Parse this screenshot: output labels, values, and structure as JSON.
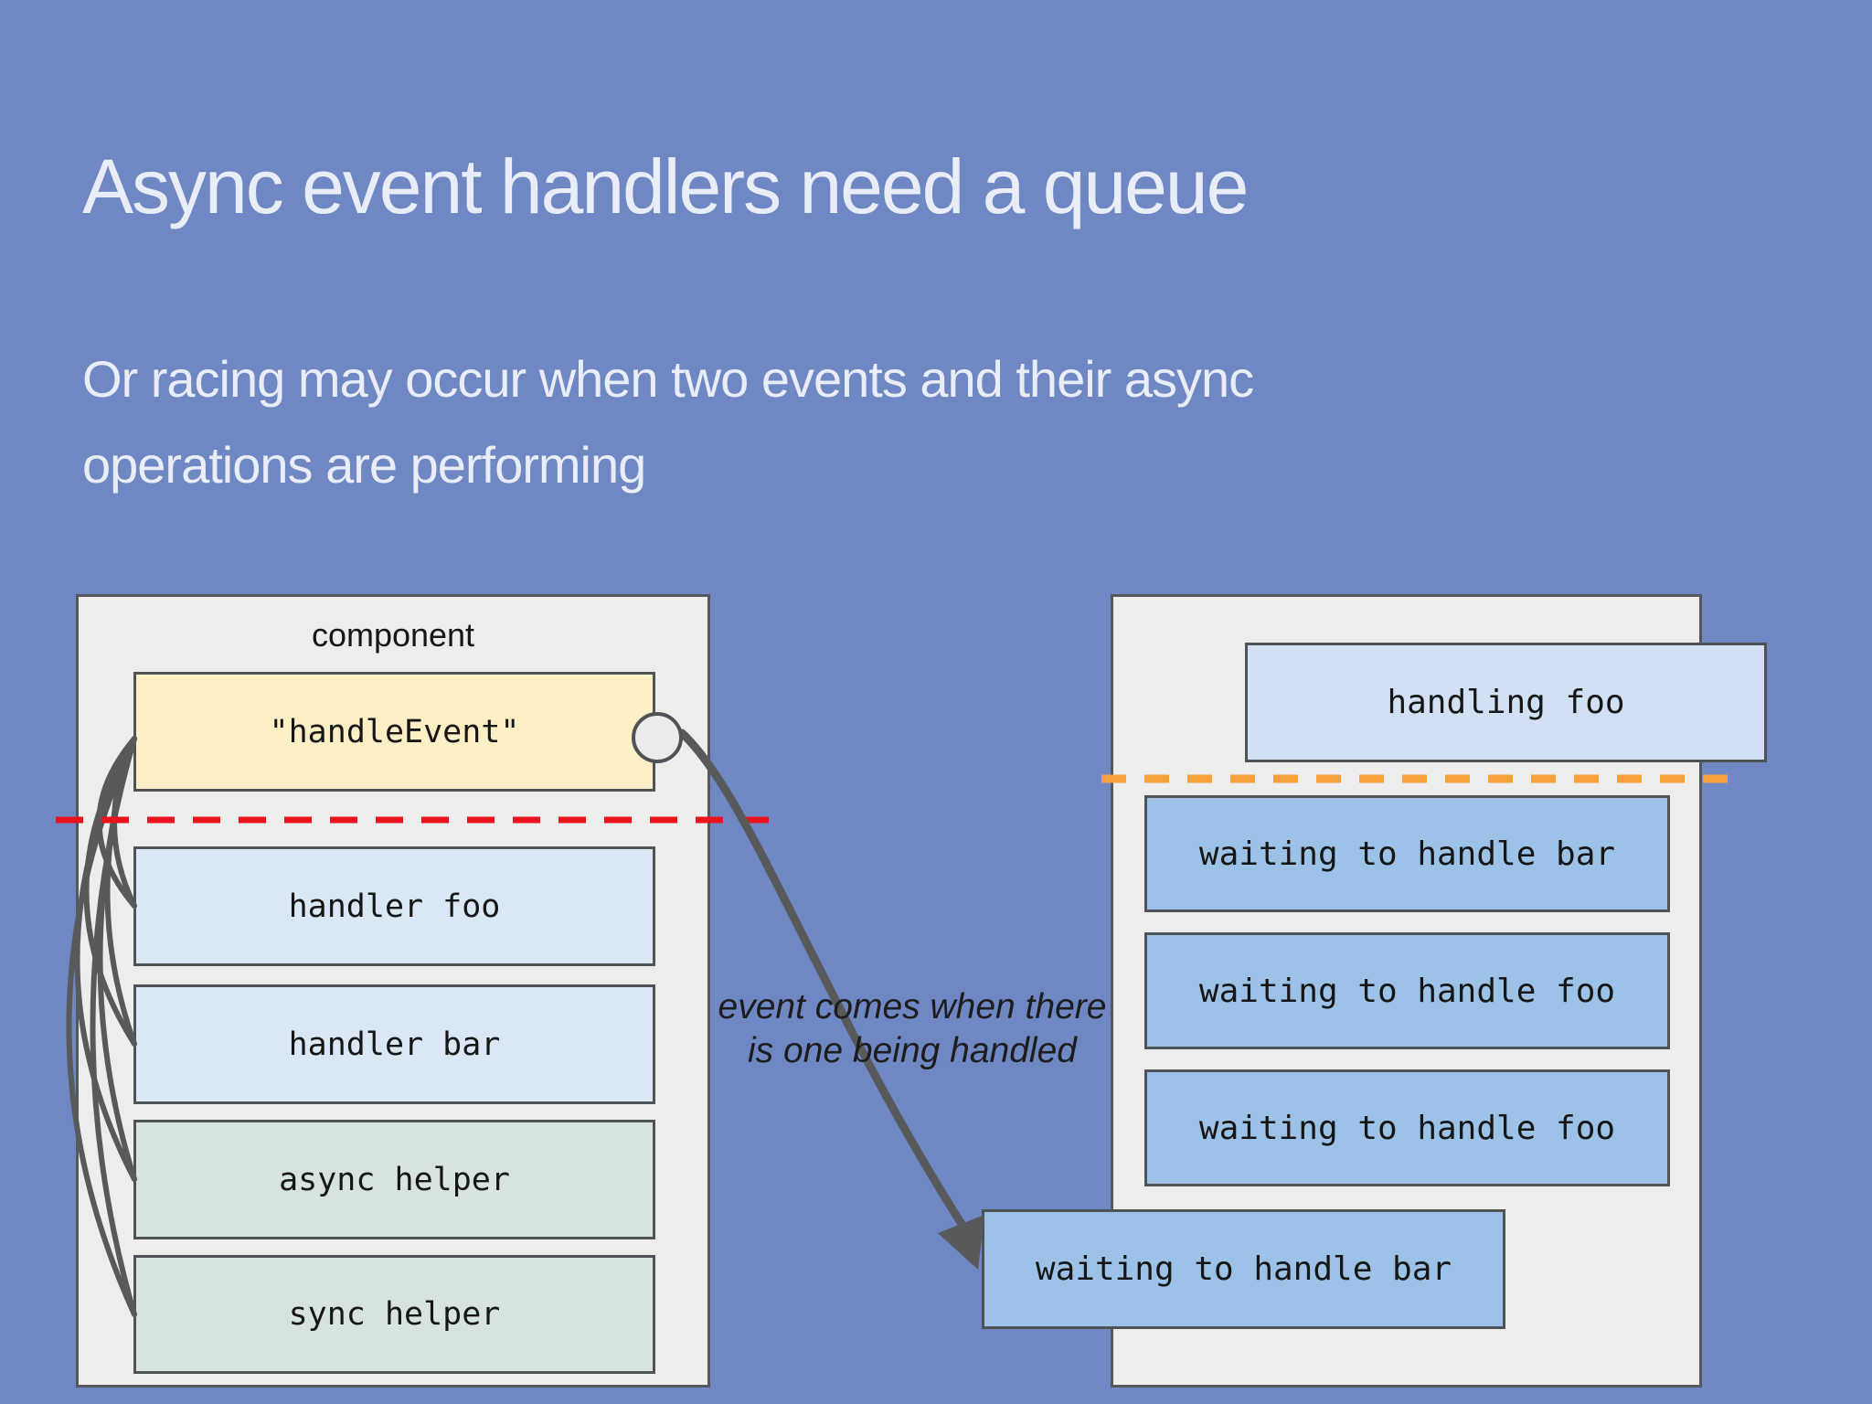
{
  "slide": {
    "title": "Async event handlers need a queue",
    "subtitle_lines": [
      "Or racing may occur when two events and their async",
      "operations are performing"
    ]
  },
  "component_panel": {
    "label": "component",
    "event_box": "\"handleEvent\"",
    "handlers": [
      "handler foo",
      "handler bar"
    ],
    "helpers": [
      "async helper",
      "sync helper"
    ]
  },
  "queue_panel": {
    "handling": "handling foo",
    "waiting": [
      "waiting to handle bar",
      "waiting to handle foo",
      "waiting to handle foo"
    ],
    "incoming": "waiting to handle bar"
  },
  "annotation_lines": [
    "event comes when there",
    "is one being handled"
  ],
  "colors": {
    "background": "#6f87c3",
    "panel_fill": "#ededec",
    "panel_border": "#54575b",
    "box_border": "#4f5356",
    "event_fill": "#fcefc5",
    "handler_fill": "#dae7f4",
    "helper_fill": "#d6e3df",
    "queue_fill": "#9cc3e7",
    "current_fill": "#d2e0f3",
    "circle_fill": "#ebebeb",
    "red_line": "#e9141d",
    "orange_line": "#f6a13b",
    "connector": "#58595b",
    "title_text": "#e9edf7",
    "dark_text": "#161616"
  }
}
